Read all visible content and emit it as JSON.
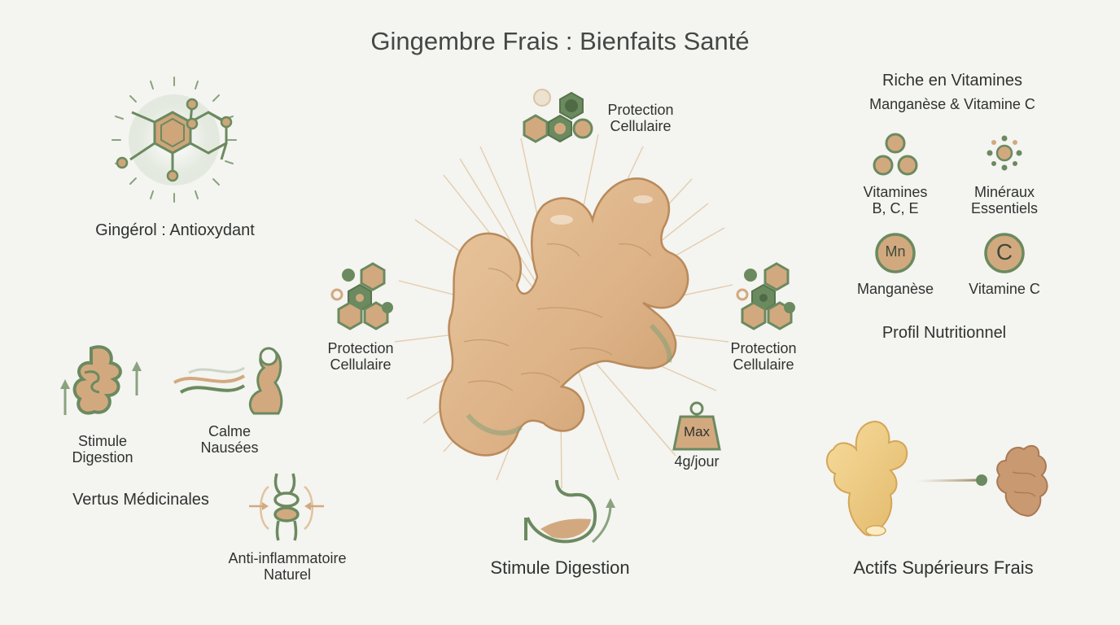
{
  "title": "Gingembre Frais : Bienfaits Santé",
  "colors": {
    "background": "#f4f4f1",
    "green": "#6b8a5f",
    "tan": "#d2a97f",
    "ginger": "#ddb58a",
    "ginger_outline": "#b98a5a",
    "text": "#2f3330"
  },
  "gingerol": {
    "icon": "gingerol-molecule-icon",
    "label": "Gingérol : Antioxydant"
  },
  "protection_top": {
    "icon": "hexagon-cells-icon",
    "label_line1": "Protection",
    "label_line2": "Cellulaire"
  },
  "protection_left": {
    "icon": "hexagon-cells-icon",
    "label_line1": "Protection",
    "label_line2": "Cellulaire"
  },
  "protection_right": {
    "icon": "hexagon-cells-icon",
    "label_line1": "Protection",
    "label_line2": "Cellulaire"
  },
  "nutrition": {
    "heading": "Riche en Vitamines",
    "subheading": "Manganèse & Vitamine C",
    "items": [
      {
        "icon": "vitamin-dots-icon",
        "line1": "Vitamines",
        "line2": "B, C, E"
      },
      {
        "icon": "minerals-dots-icon",
        "line1": "Minéraux",
        "line2": "Essentiels"
      },
      {
        "icon": "manganese-badge-icon",
        "badge": "Mn",
        "line1": "Manganèse"
      },
      {
        "icon": "vitamin-c-badge-icon",
        "badge": "C",
        "line1": "Vitamine C"
      }
    ],
    "footer": "Profil Nutritionnel"
  },
  "medicinal": {
    "heading": "Vertus Médicinales",
    "items": [
      {
        "icon": "intestine-icon",
        "line1": "Stimule",
        "line2": "Digestion"
      },
      {
        "icon": "pregnant-woman-icon",
        "line1": "Calme",
        "line2": "Nausées"
      },
      {
        "icon": "joint-icon",
        "line1": "Anti-inflammatoire",
        "line2": "Naturel"
      }
    ]
  },
  "dosage": {
    "icon": "weight-icon",
    "badge": "Max",
    "label": "4g/jour"
  },
  "digestion": {
    "icon": "stomach-icon",
    "label": "Stimule Digestion"
  },
  "fresh_vs_dried": {
    "icon_fresh": "fresh-ginger-icon",
    "icon_dried": "dried-ginger-icon",
    "label": "Actifs Supérieurs Frais"
  }
}
